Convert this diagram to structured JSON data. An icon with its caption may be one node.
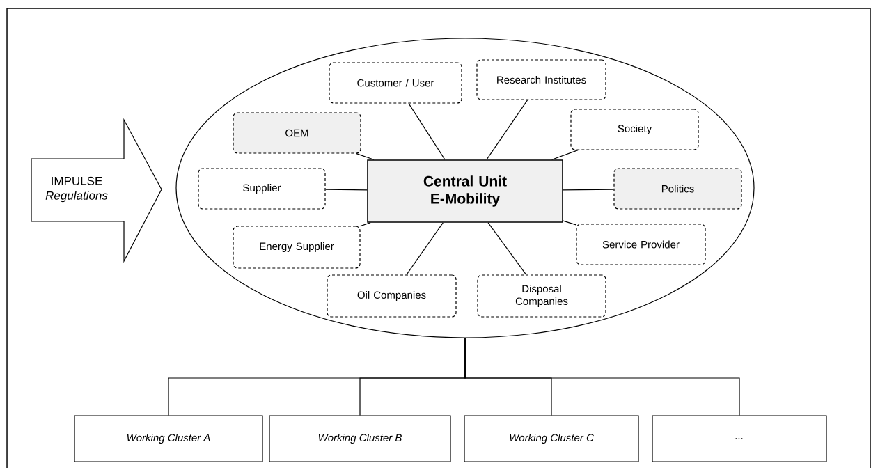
{
  "diagram": {
    "nodes": [
      {
        "text": [],
        "shape": "ellipse"
      },
      {
        "text": [
          "IMPULSE",
          "Regulations"
        ]
      },
      {
        "text": [
          "Customer / User"
        ],
        "in": 0
      },
      {
        "text": [
          "Research Institutes"
        ],
        "in": 0
      },
      {
        "text": [
          "OEM"
        ],
        "in": 0
      },
      {
        "text": [
          "Society"
        ],
        "in": 0
      },
      {
        "text": [
          "Central Unit E-Mobility"
        ],
        "in": 0
      },
      {
        "text": [
          "Supplier"
        ],
        "in": 0
      },
      {
        "text": [
          "Politics"
        ],
        "in": 0
      },
      {
        "text": [
          "Energy Supplier"
        ],
        "in": 0
      },
      {
        "text": [
          "Service Provider"
        ],
        "in": 0
      },
      {
        "text": [
          "Oil Companies"
        ],
        "in": 0
      },
      {
        "text": [
          "Disposal Companies"
        ],
        "in": 0
      },
      {
        "text": [
          "Working Cluster A"
        ]
      },
      {
        "text": [
          "Working Cluster B"
        ]
      },
      {
        "text": [
          "Working Cluster C"
        ]
      },
      {
        "text": [
          "..."
        ]
      }
    ],
    "edges": [
      {
        "from": 6,
        "to": 2,
        "arrow": "none"
      },
      {
        "from": 6,
        "to": 3,
        "arrow": "none"
      },
      {
        "from": 6,
        "to": 4,
        "arrow": "none"
      },
      {
        "from": 6,
        "to": 5,
        "arrow": "none"
      },
      {
        "from": 6,
        "to": 7,
        "arrow": "none"
      },
      {
        "from": 6,
        "to": 8,
        "arrow": "none"
      },
      {
        "from": 6,
        "to": 9,
        "arrow": "none"
      },
      {
        "from": 6,
        "to": 10,
        "arrow": "none"
      },
      {
        "from": 6,
        "to": 11,
        "arrow": "none"
      },
      {
        "from": 6,
        "to": 12,
        "arrow": "none"
      },
      {
        "from": 0,
        "to": 13,
        "arrow": "none"
      },
      {
        "from": 0,
        "to": 14,
        "arrow": "none"
      },
      {
        "from": 0,
        "to": 15,
        "arrow": "none"
      },
      {
        "from": 0,
        "to": 16,
        "arrow": "none"
      }
    ]
  }
}
